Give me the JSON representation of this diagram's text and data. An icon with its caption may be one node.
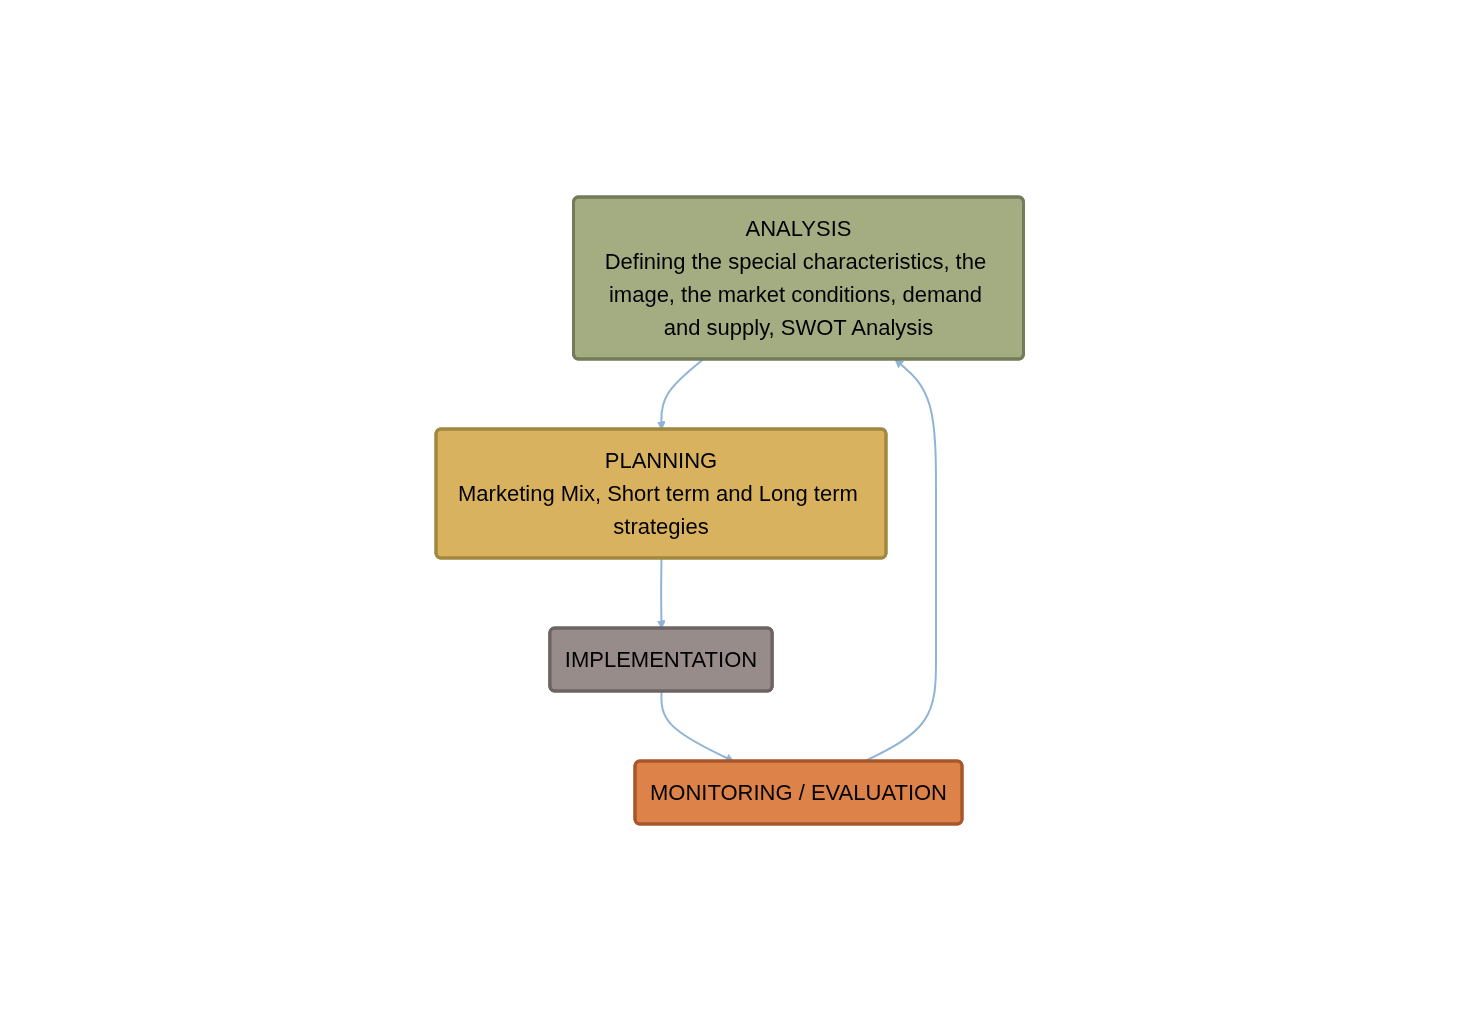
{
  "diagram": {
    "nodes": [
      {
        "text": [
          "ANALYSIS",
          "Defining the special characteristics, the image, the market conditions, demand and supply, SWOT Analysis"
        ]
      },
      {
        "text": [
          "PLANNING",
          "Marketing Mix, Short term and Long term strategies"
        ]
      },
      {
        "text": [
          "IMPLEMENTATION"
        ]
      },
      {
        "text": [
          "MONITORING / EVALUATION"
        ]
      }
    ],
    "edges": [
      {
        "from": 0,
        "to": 1,
        "arrow": "to"
      },
      {
        "from": 1,
        "to": 2,
        "arrow": "to"
      },
      {
        "from": 2,
        "to": 3,
        "arrow": "to"
      },
      {
        "from": 3,
        "to": 0,
        "arrow": "to"
      }
    ]
  }
}
